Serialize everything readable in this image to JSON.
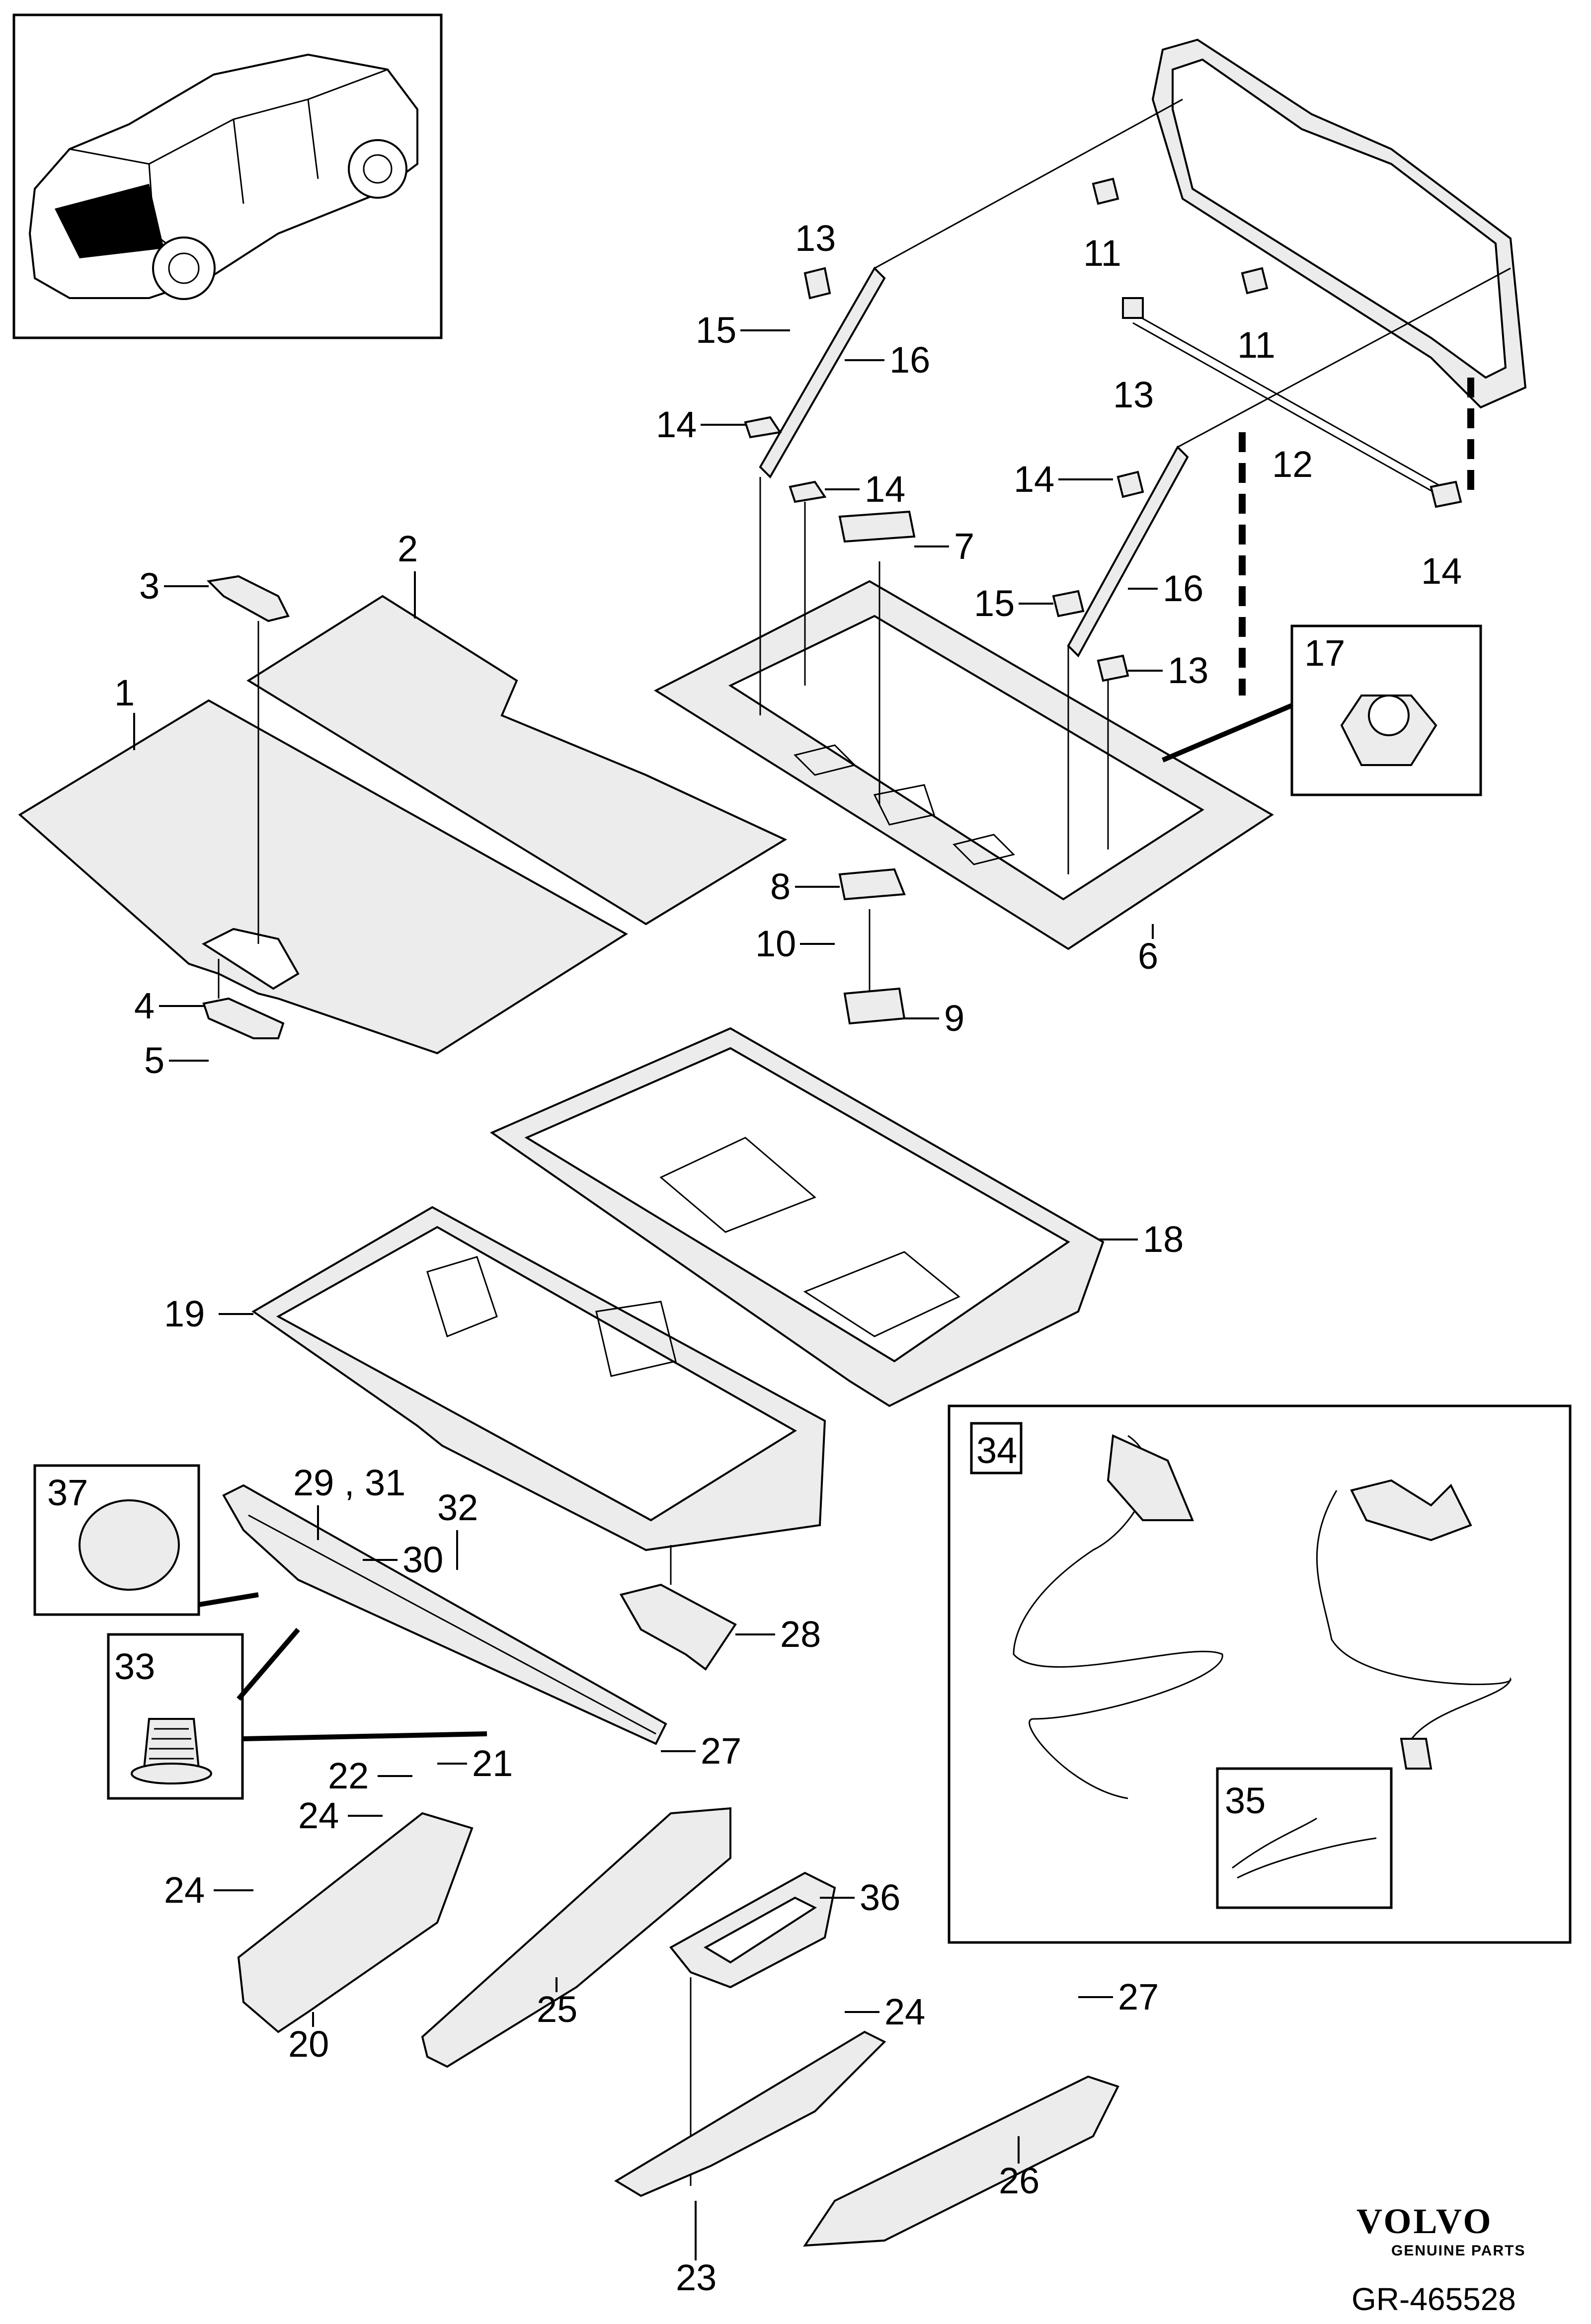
{
  "callouts": [
    {
      "id": "1",
      "text": "1"
    },
    {
      "id": "2",
      "text": "2"
    },
    {
      "id": "3",
      "text": "3"
    },
    {
      "id": "4",
      "text": "4"
    },
    {
      "id": "5",
      "text": "5"
    },
    {
      "id": "6",
      "text": "6"
    },
    {
      "id": "7",
      "text": "7"
    },
    {
      "id": "8",
      "text": "8"
    },
    {
      "id": "9",
      "text": "9"
    },
    {
      "id": "10",
      "text": "10"
    },
    {
      "id": "11a",
      "text": "11"
    },
    {
      "id": "11b",
      "text": "11"
    },
    {
      "id": "12",
      "text": "12"
    },
    {
      "id": "13a",
      "text": "13"
    },
    {
      "id": "13b",
      "text": "13"
    },
    {
      "id": "13c",
      "text": "13"
    },
    {
      "id": "14a",
      "text": "14"
    },
    {
      "id": "14b",
      "text": "14"
    },
    {
      "id": "14c",
      "text": "14"
    },
    {
      "id": "14d",
      "text": "14"
    },
    {
      "id": "15a",
      "text": "15"
    },
    {
      "id": "15b",
      "text": "15"
    },
    {
      "id": "16a",
      "text": "16"
    },
    {
      "id": "16b",
      "text": "16"
    },
    {
      "id": "17",
      "text": "17"
    },
    {
      "id": "18",
      "text": "18"
    },
    {
      "id": "19",
      "text": "19"
    },
    {
      "id": "20",
      "text": "20"
    },
    {
      "id": "21",
      "text": "21"
    },
    {
      "id": "22",
      "text": "22"
    },
    {
      "id": "23",
      "text": "23"
    },
    {
      "id": "24a",
      "text": "24"
    },
    {
      "id": "24b",
      "text": "24"
    },
    {
      "id": "24c",
      "text": "24"
    },
    {
      "id": "25",
      "text": "25"
    },
    {
      "id": "26",
      "text": "26"
    },
    {
      "id": "27a",
      "text": "27"
    },
    {
      "id": "27b",
      "text": "27"
    },
    {
      "id": "28",
      "text": "28"
    },
    {
      "id": "29_31",
      "text": "29 , 31"
    },
    {
      "id": "30",
      "text": "30"
    },
    {
      "id": "32",
      "text": "32"
    },
    {
      "id": "33",
      "text": "33"
    },
    {
      "id": "34",
      "text": "34"
    },
    {
      "id": "35",
      "text": "35"
    },
    {
      "id": "36",
      "text": "36"
    },
    {
      "id": "37",
      "text": "37"
    }
  ],
  "brand": {
    "name": "VOLVO",
    "subtitle": "GENUINE PARTS"
  },
  "reference": "GR-465528"
}
